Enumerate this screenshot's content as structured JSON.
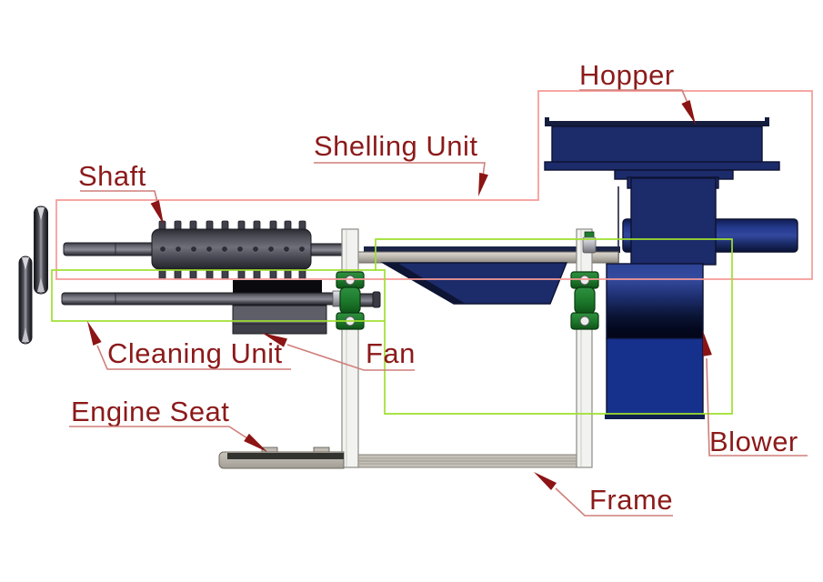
{
  "diagram": {
    "kind": "annotated machine assembly diagram",
    "annotations": {
      "labels": [
        {
          "name": "hopper",
          "text": "Hopper"
        },
        {
          "name": "shelling-unit",
          "text": "Shelling Unit"
        },
        {
          "name": "shaft",
          "text": "Shaft"
        },
        {
          "name": "cleaning-unit",
          "text": "Cleaning Unit"
        },
        {
          "name": "fan",
          "text": "Fan"
        },
        {
          "name": "engine-seat",
          "text": "Engine Seat"
        },
        {
          "name": "blower",
          "text": "Blower"
        },
        {
          "name": "frame",
          "text": "Frame"
        }
      ],
      "colors": {
        "label_text": "#8c1a1a",
        "leader_line": "#cf7f7a",
        "arrowhead": "#8c1414",
        "highlight_box_red": "#f59a96",
        "highlight_box_green": "#9fe02f"
      }
    },
    "machine_colors": {
      "body_blue": "#1c2b6a",
      "bright_blue": "#16318c",
      "metal_gray": "#55555f",
      "bearing_green": "#1e7c2c",
      "frame_white": "#f2f2f0",
      "base_gray": "#bdb9b0"
    }
  }
}
